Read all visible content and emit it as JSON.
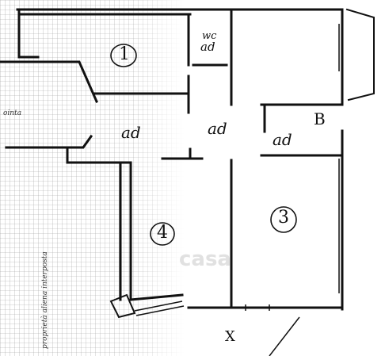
{
  "rooms": {
    "room_1": {
      "number": "1"
    },
    "room_3": {
      "number": "3"
    },
    "room_4": {
      "number": "4"
    },
    "room_b": {
      "letter": "B"
    },
    "wc": {
      "line1": "wc",
      "line2": "ad"
    },
    "hall_left": {
      "label": "ad"
    },
    "hall_center": {
      "label": "ad"
    },
    "hall_right": {
      "label": "ad"
    }
  },
  "marks": {
    "x_mark": "X"
  },
  "side_notes": {
    "left_top": "ointa",
    "vertical_text": "proprietà aliena interposta"
  },
  "watermark": "casa",
  "colors": {
    "ink": "#111111",
    "paper": "#ffffff",
    "scan_gray": "#c9c9c9"
  }
}
